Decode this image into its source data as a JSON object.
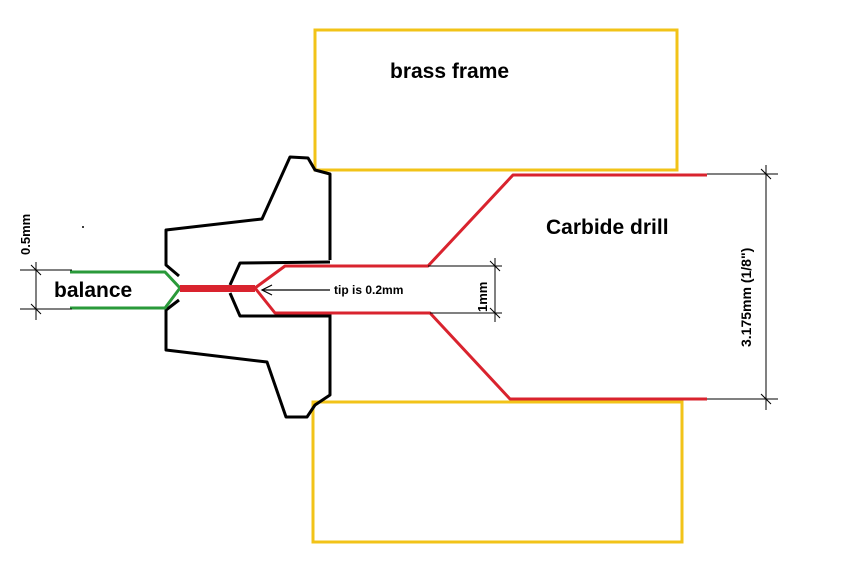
{
  "labels": {
    "brass_frame": "brass frame",
    "carbide_drill": "Carbide drill",
    "balance": "balance",
    "tip": "tip is 0.2mm",
    "dim_half_mm": "0.5mm",
    "dim_one_mm": "1mm",
    "dim_shank": "3.175mm (1/8\")"
  },
  "colors": {
    "frame": "#f2c318",
    "drill": "#d9232e",
    "balance": "#2a9a3a",
    "outline": "#000000",
    "dimension": "#000000"
  }
}
